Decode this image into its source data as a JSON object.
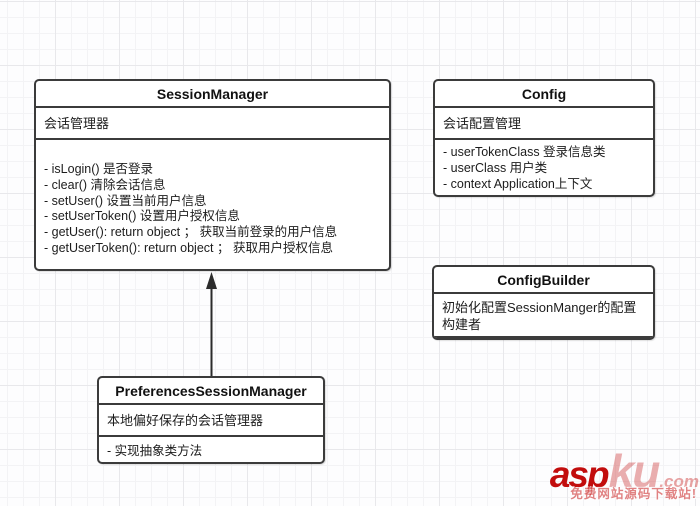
{
  "classes": {
    "session_manager": {
      "title": "SessionManager",
      "description": "会话管理器",
      "members": [
        "- isLogin() 是否登录",
        "- clear() 清除会话信息",
        "- setUser() 设置当前用户信息",
        "- setUserToken() 设置用户授权信息",
        "- getUser(): return object ； 获取当前登录的用户信息",
        "- getUserToken(): return object ； 获取用户授权信息"
      ]
    },
    "config": {
      "title": "Config",
      "description": "会话配置管理",
      "members": [
        "- userTokenClass 登录信息类",
        "- userClass 用户类",
        "- context Application上下文"
      ]
    },
    "config_builder": {
      "title": "ConfigBuilder",
      "description": "初始化配置SessionManger的配置构建者"
    },
    "preferences_session_manager": {
      "title": "PreferencesSessionManager",
      "description": "本地偏好保存的会话管理器",
      "members": [
        "- 实现抽象类方法"
      ]
    }
  },
  "relationships": [
    {
      "type": "inheritance",
      "from": "PreferencesSessionManager",
      "to": "SessionManager",
      "arrow_color": "#2b2b2b"
    }
  ],
  "watermark": {
    "brand_primary": "asp",
    "brand_secondary": "ku",
    "brand_tld": ".com",
    "tagline": "免费网站源码下载站!",
    "brand_color": "#c20d0d"
  }
}
